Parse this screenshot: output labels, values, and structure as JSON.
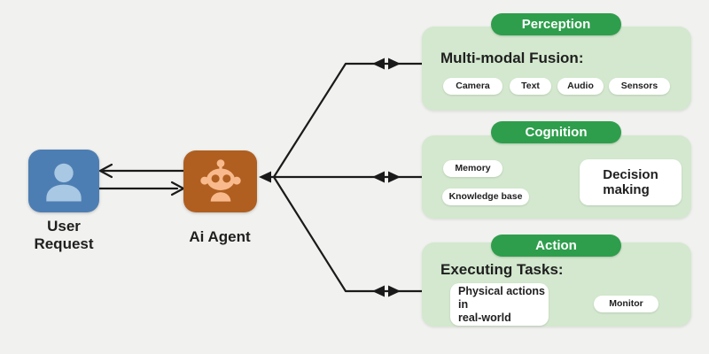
{
  "nodes": {
    "user": {
      "label": "User\nRequest"
    },
    "agent": {
      "label": "Ai Agent"
    }
  },
  "panels": {
    "perception": {
      "title": "Perception",
      "heading": "Multi-modal Fusion:",
      "chips": [
        "Camera",
        "Text",
        "Audio",
        "Sensors"
      ]
    },
    "cognition": {
      "title": "Cognition",
      "memory": "Memory",
      "knowledge": "Knowledge base",
      "decision": "Decision\nmaking"
    },
    "action": {
      "title": "Action",
      "heading": "Executing Tasks:",
      "task": "Physical actions in\nreal-world",
      "monitor": "Monitor"
    }
  },
  "colors": {
    "background": "#f1f1ef",
    "user_box": "#4d7eb3",
    "user_icon": "#a9c8e4",
    "agent_box": "#b05f20",
    "agent_icon": "#f8ba8c",
    "panel_green": "#d3e8ce",
    "pill_green": "#2e9e4c",
    "chip_white": "#ffffff",
    "line": "#1a1a1a",
    "text": "#1f1f1f"
  }
}
